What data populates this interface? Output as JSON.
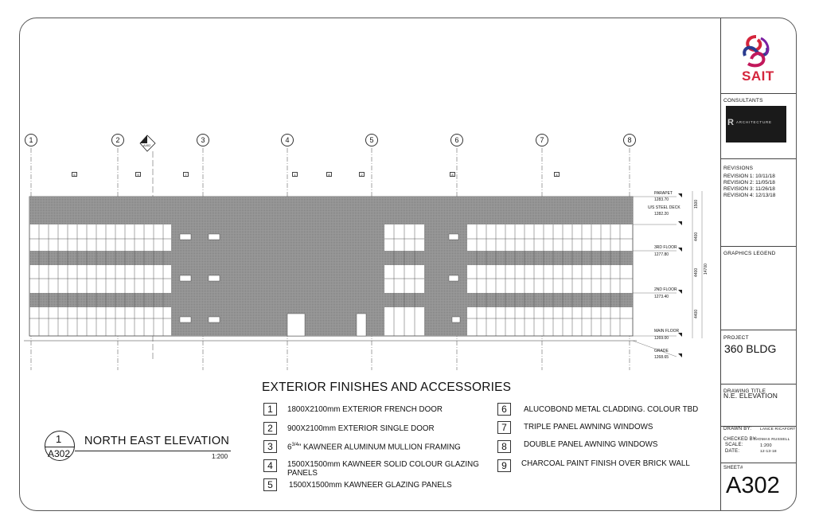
{
  "title_block": {
    "logo_text": "SAIT",
    "consultants_label": "CONSULTANTS",
    "consultant_logo_text": "ARCHITECTURE",
    "revisions_label": "REVISIONS",
    "revisions": [
      "REVISION 1: 10/11/18",
      "REVISION 2: 11/05/18",
      "REVISION 3: 11/26/18",
      "REVISION 4: 12/13/18"
    ],
    "graphics_legend_label": "GRAPHICS LEGEND",
    "project_label": "PROJECT",
    "project_name": "360 BLDG",
    "drawing_title_label": "DRAWING TITLE",
    "drawing_title": "N.E. ELEVATION",
    "drawn_by_label": "DRAWN BY:",
    "drawn_by": "LANCE RICAFORT",
    "checked_by_label": "CHECKED BY:",
    "checked_by": "THOMAS RUSSELL",
    "scale_label": "SCALE:",
    "scale": "1:200",
    "date_label": "DATE:",
    "date": "12-13-18",
    "sheet_label": "SHEET#",
    "sheet_number": "A302"
  },
  "elevation_title": {
    "number": "1",
    "sheet_ref": "A302",
    "title": "NORTH EAST ELEVATION",
    "scale": "1:200"
  },
  "section_marker": {
    "number": "1",
    "sheet": "A402"
  },
  "grid_lines": [
    "1",
    "2",
    "3",
    "4",
    "5",
    "6",
    "7",
    "8"
  ],
  "levels": [
    {
      "name": "PARAPET",
      "elev": "1283.70"
    },
    {
      "name": "U/S STEEL DECK",
      "elev": "1282.20"
    },
    {
      "name": "3RD FLOOR",
      "elev": "1277.80"
    },
    {
      "name": "2ND FLOOR",
      "elev": "1273.40"
    },
    {
      "name": "MAIN FLOOR",
      "elev": "1269.00"
    },
    {
      "name": "GRADE",
      "elev": "1268.65"
    }
  ],
  "dimensions": {
    "top": "1500",
    "floor3": "4400",
    "floor2": "4400",
    "floor1": "4400",
    "overall": "14700"
  },
  "finish_tags": [
    "6",
    "9",
    "7",
    "1",
    "8",
    "2",
    "8",
    "4"
  ],
  "legend": {
    "title": "EXTERIOR FINISHES AND ACCESSORIES",
    "items": [
      {
        "num": "1",
        "text": "1800X2100mm EXTERIOR FRENCH DOOR"
      },
      {
        "num": "2",
        "text": "900X2100mm EXTERIOR SINGLE DOOR"
      },
      {
        "num": "3",
        "text_prefix": "6",
        "text_fraction": "3/4",
        "text": "\" KAWNEER ALUMINUM MULLION FRAMING"
      },
      {
        "num": "4",
        "text": "1500X1500mm KAWNEER SOLID COLOUR GLAZING",
        "text2": "PANELS"
      },
      {
        "num": "5",
        "text": "1500X1500mm KAWNEER GLAZING PANELS"
      },
      {
        "num": "6",
        "text": "ALUCOBOND METAL CLADDING. COLOUR TBD"
      },
      {
        "num": "7",
        "text": "TRIPLE PANEL AWNING WINDOWS"
      },
      {
        "num": "8",
        "text": "DOUBLE PANEL AWNING WINDOWS"
      },
      {
        "num": "9",
        "text": "CHARCOAL PAINT FINISH OVER BRICK WALL"
      }
    ]
  },
  "colors": {
    "cladding": "#8c8c8c",
    "glass": "#ffffff",
    "brand_red": "#d4253c",
    "brand_blue": "#2a3b8f"
  }
}
